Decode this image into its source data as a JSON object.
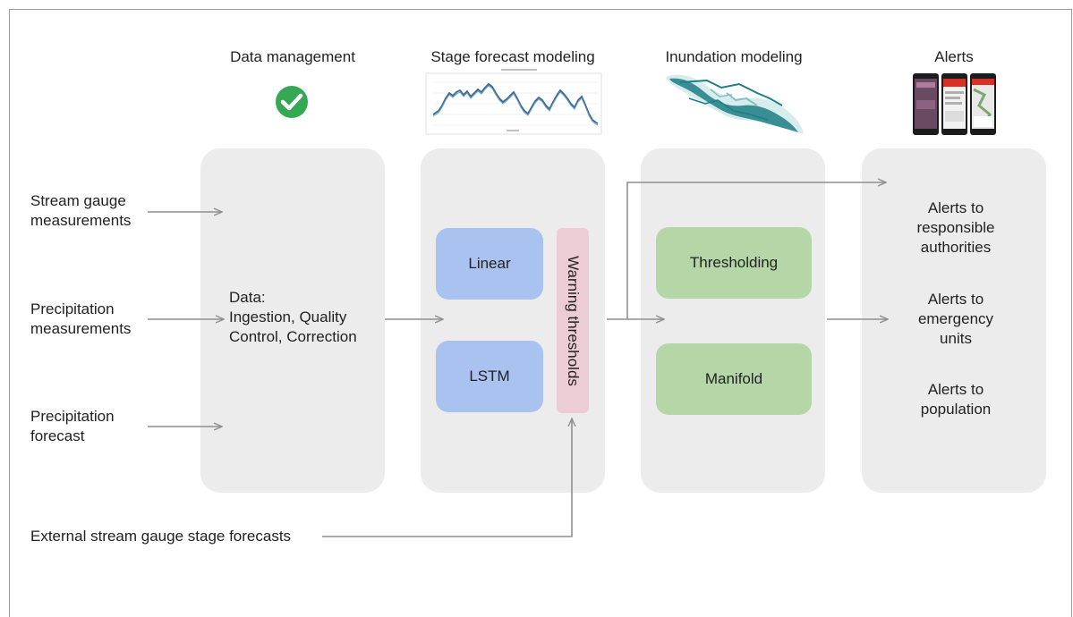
{
  "columns": {
    "data_management": "Data management",
    "stage_forecast": "Stage forecast modeling",
    "inundation": "Inundation modeling",
    "alerts": "Alerts"
  },
  "inputs": {
    "stream_gauge": [
      "Stream gauge",
      "measurements"
    ],
    "precip_meas": [
      "Precipitation",
      "measurements"
    ],
    "precip_forecast": [
      "Precipitation",
      "forecast"
    ],
    "external": "External stream gauge stage forecasts"
  },
  "data_box": [
    "Data:",
    "Ingestion, Quality",
    "Control, Correction"
  ],
  "models": {
    "linear": "Linear",
    "lstm": "LSTM",
    "warning": "Warning thresholds"
  },
  "inundation_models": {
    "thresholding": "Thresholding",
    "manifold": "Manifold"
  },
  "alert_items": [
    [
      "Alerts to",
      "responsible",
      "authorities"
    ],
    [
      "Alerts to",
      "emergency",
      "units"
    ],
    [
      "Alerts to",
      "population"
    ]
  ],
  "icons": {
    "check": "check-circle-icon",
    "chart": "stage-chart-thumbnail",
    "map": "inundation-map-thumbnail",
    "phones": "phone-screens-icon"
  },
  "colors": {
    "check_green": "#34a853",
    "panel": "#ececec",
    "model_blue": "#a9c2ef",
    "model_green": "#b5d7a8",
    "warning_pink": "#ebcdd3",
    "map_teal": "#1d7e86",
    "chart_line": "#3b6a8f"
  }
}
